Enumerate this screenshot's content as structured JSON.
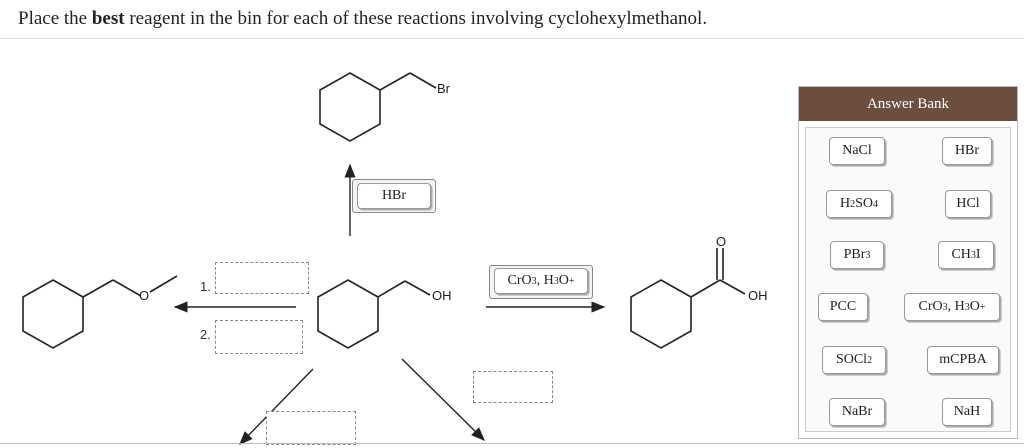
{
  "instruction": {
    "prefix": "Place the ",
    "emphasis": "best",
    "suffix": " reagent in the bin for each of these reactions involving cyclohexylmethanol."
  },
  "molecules": {
    "top_atom": "Br",
    "center_atom": "OH",
    "right_carbonyl_O": "O",
    "right_atom": "OH",
    "left_ether_O": "O"
  },
  "steps": {
    "step1": "1.",
    "step2": "2."
  },
  "placed_reagents": {
    "up_arrow": "HBr"
  },
  "answer_bank": {
    "title": "Answer Bank",
    "items": [
      "NaCl",
      "HBr",
      "H2SO4",
      "HCl",
      "PBr3",
      "CH3I",
      "PCC",
      "CrO3, H3O+",
      "SOCl2",
      "mCPBA",
      "NaBr",
      "NaH"
    ]
  },
  "colors": {
    "bank_header": "#6b4e3d"
  }
}
